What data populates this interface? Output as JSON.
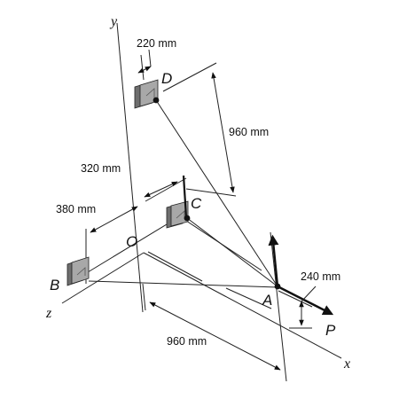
{
  "axes": {
    "x": "x",
    "y": "y",
    "z": "z"
  },
  "points": {
    "O": "O",
    "A": "A",
    "B": "B",
    "C": "C",
    "D": "D",
    "P": "P"
  },
  "dimensions": {
    "d220": "220 mm",
    "d320": "320 mm",
    "d380": "380 mm",
    "d960_vertical": "960 mm",
    "d960_x": "960 mm",
    "d240": "240 mm"
  },
  "colors": {
    "ink": "#111111",
    "bracket_light": "#e2e2e2",
    "bracket_mid": "#a8a8a8",
    "bracket_dark": "#6e6e6e"
  }
}
